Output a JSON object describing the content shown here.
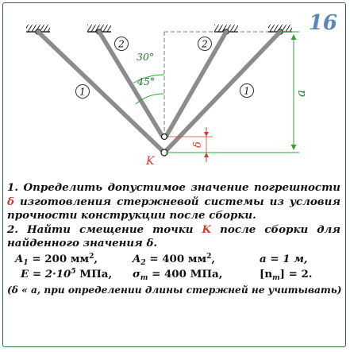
{
  "problem_number": "16",
  "diagram": {
    "rod_labels": [
      "1",
      "2",
      "2",
      "1"
    ],
    "angle_30": "30°",
    "angle_45": "45°",
    "dim_a": "a",
    "delta_symbol": "δ",
    "node_label": "K",
    "colors": {
      "rod": "#8c8c8c",
      "dim_line": "#33a33a",
      "accent": "#d43c2f",
      "hatch": "#222222",
      "number": "#5b87b8"
    }
  },
  "task": {
    "item1_a": "1. Определить допустимое значение погрешности ",
    "item1_delta": "δ",
    "item1_b": " изготовления стержневой системы из условия прочности конструкции после сборки.",
    "item2_a": "2. Найти смещение точки ",
    "item2_k": "K",
    "item2_b": " после сборки для найденного значения δ.",
    "p_A1_name": "A",
    "p_A1_sub": "1",
    "p_A1_val": " = 200 мм",
    "p_A1_exp": "2",
    "p_A1_tail": ",",
    "p_A2_name": "A",
    "p_A2_sub": "2",
    "p_A2_val": " = 400 мм",
    "p_A2_exp": "2",
    "p_A2_tail": ",",
    "p_a": "a = 1 м,",
    "p_E_a": "E = 2·10",
    "p_E_exp": "5",
    "p_E_b": " МПа,",
    "p_sigma_name": "σ",
    "p_sigma_sub": "т",
    "p_sigma_val": " = 400 МПа,",
    "p_n_a": "[n",
    "p_n_sub": "т",
    "p_n_b": "] = 2.",
    "note": "(δ « a, при определении длины стержней не учитывать)"
  }
}
